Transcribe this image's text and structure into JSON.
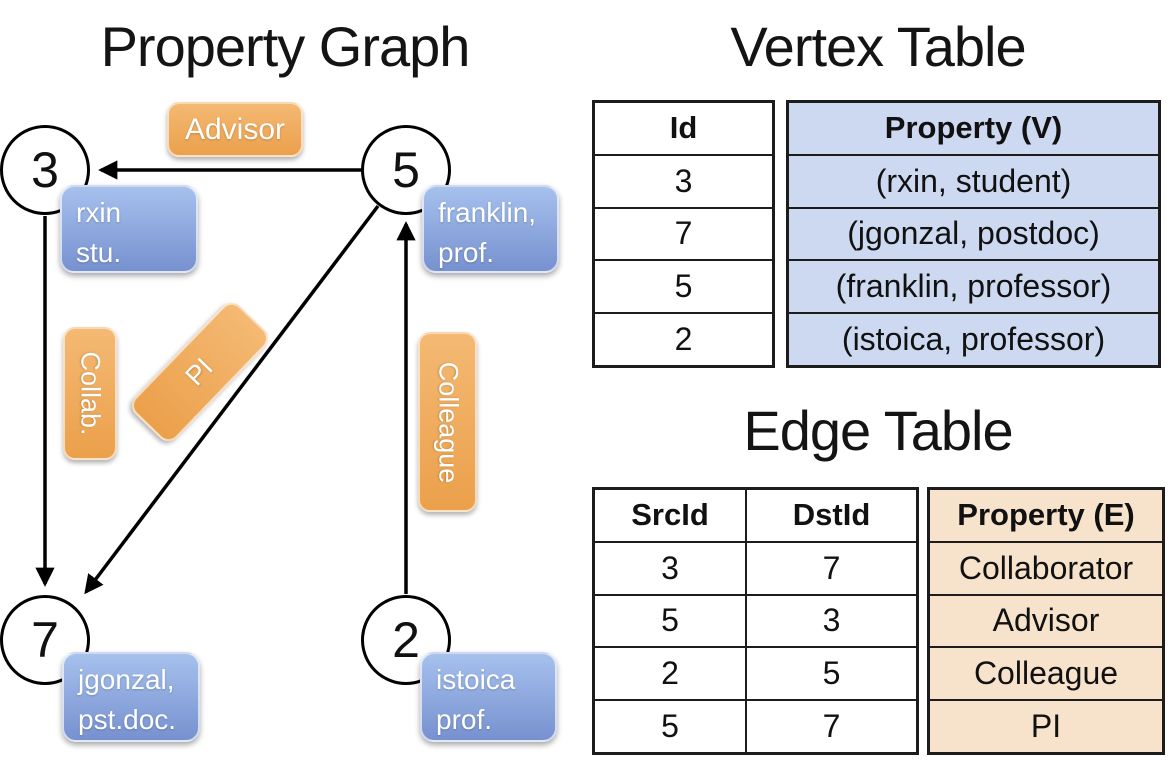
{
  "graph": {
    "title": "Property Graph",
    "vertices": {
      "v3": {
        "id": "3",
        "line1": "rxin",
        "line2": "stu."
      },
      "v5": {
        "id": "5",
        "line1": "franklin,",
        "line2": "prof."
      },
      "v7": {
        "id": "7",
        "line1": "jgonzal,",
        "line2": "pst.doc."
      },
      "v2": {
        "id": "2",
        "line1": "istoica",
        "line2": "prof."
      }
    },
    "edge_labels": {
      "advisor": "Advisor",
      "collab": "Collab.",
      "pi": "PI",
      "colleague": "Colleague"
    }
  },
  "vertex_table": {
    "title": "Vertex Table",
    "columns": {
      "id": "Id",
      "property": "Property (V)"
    },
    "rows": [
      {
        "id": "3",
        "property": "(rxin, student)"
      },
      {
        "id": "7",
        "property": "(jgonzal, postdoc)"
      },
      {
        "id": "5",
        "property": "(franklin, professor)"
      },
      {
        "id": "2",
        "property": "(istoica, professor)"
      }
    ]
  },
  "edge_table": {
    "title": "Edge Table",
    "columns": {
      "src": "SrcId",
      "dst": "DstId",
      "property": "Property (E)"
    },
    "rows": [
      {
        "src": "3",
        "dst": "7",
        "property": "Collaborator"
      },
      {
        "src": "5",
        "dst": "3",
        "property": "Advisor"
      },
      {
        "src": "2",
        "dst": "5",
        "property": "Colleague"
      },
      {
        "src": "5",
        "dst": "7",
        "property": "PI"
      }
    ]
  },
  "colors": {
    "orange_top": "#F4B973",
    "orange_bottom": "#EBA04B",
    "blue_top": "#A6C1ED",
    "blue_bottom": "#7791D0",
    "vertex_cell": "#CDD9F1",
    "edge_cell": "#F7E3CB",
    "line": "#000000"
  }
}
